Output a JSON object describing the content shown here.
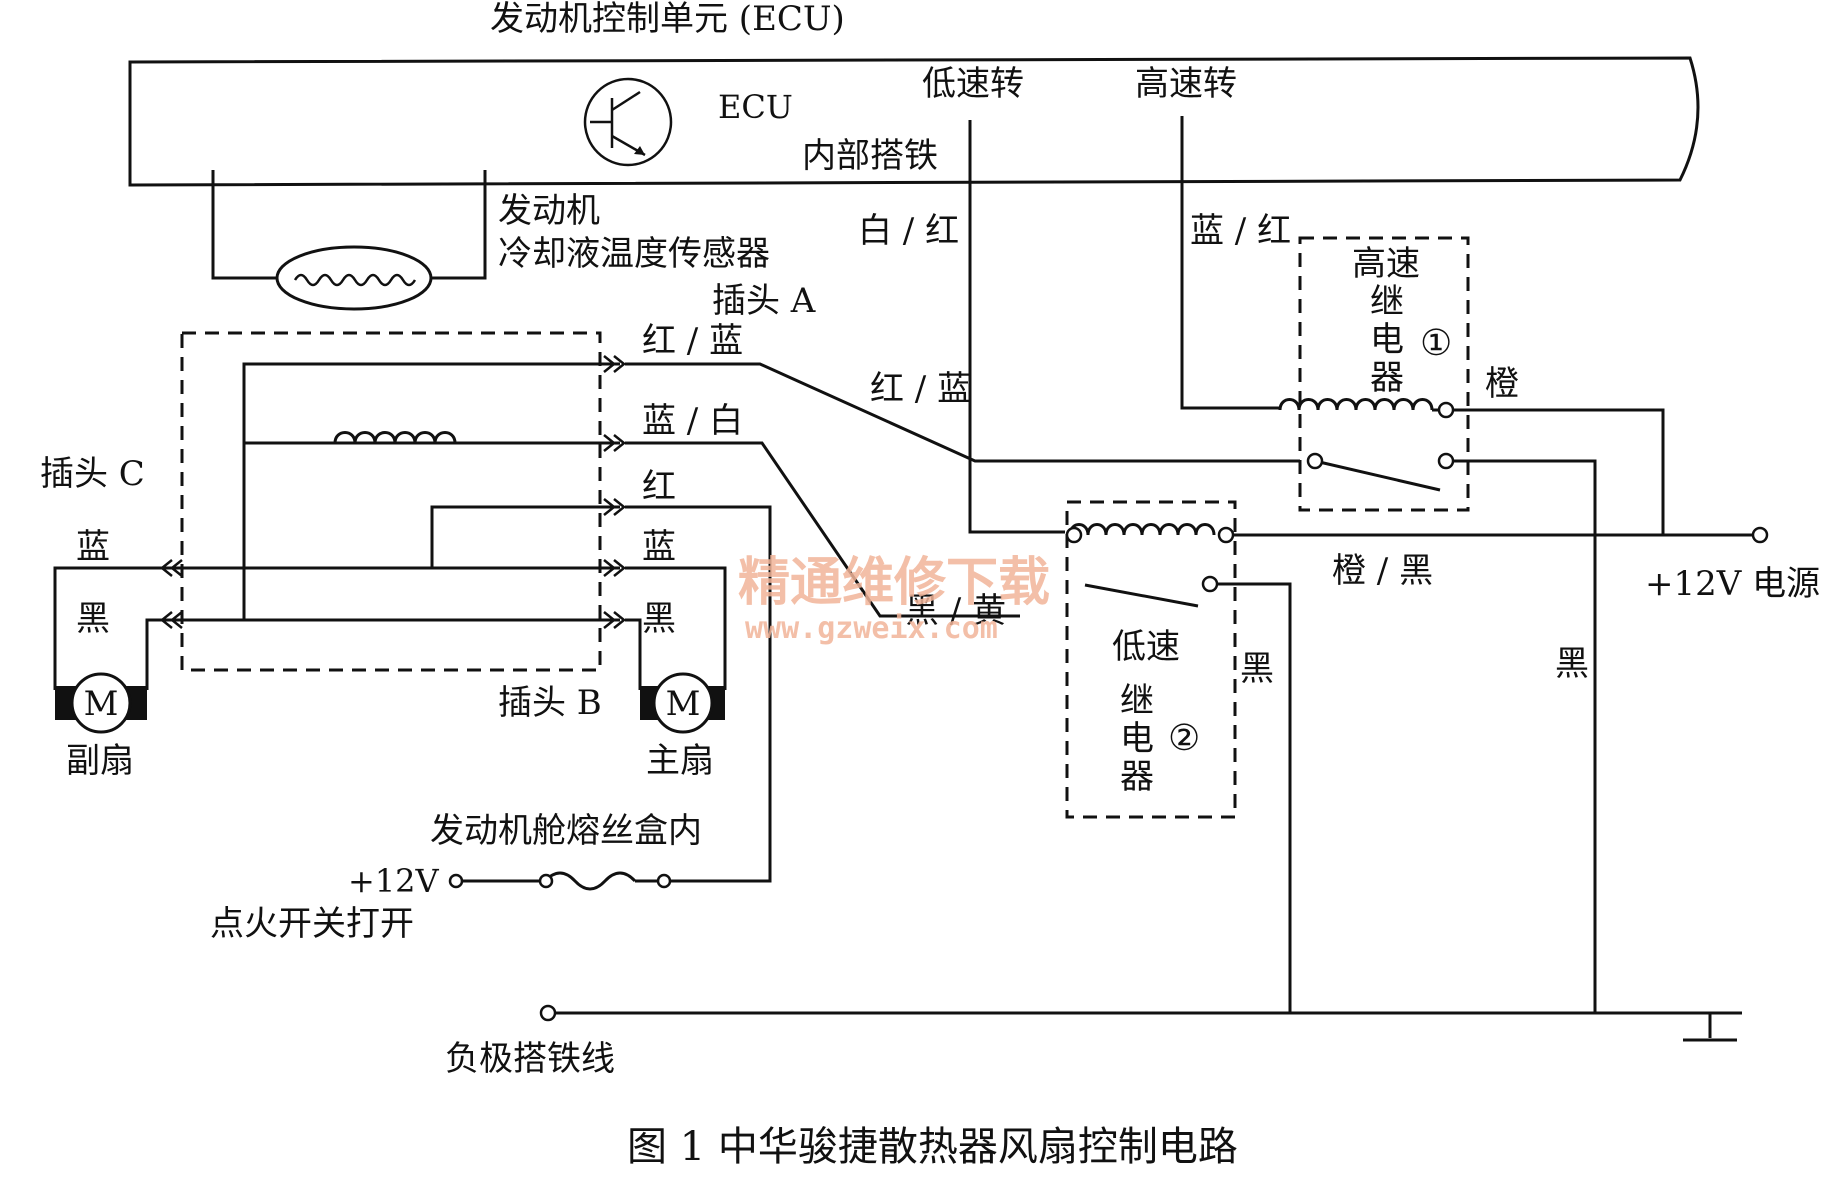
{
  "title": "发动机控制单元 (ECU)",
  "ecu": {
    "label": "ECU",
    "internal_ground": "内部搭铁",
    "low_speed": "低速转",
    "high_speed": "高速转"
  },
  "sensor": {
    "line1": "发动机",
    "line2": "冷却液温度传感器"
  },
  "connectors": {
    "a": "插头 A",
    "b": "插头 B",
    "c": "插头 C"
  },
  "wires": {
    "white_red": "白 / 红",
    "blue_red": "蓝 / 红",
    "red_blue_a": "红 / 蓝",
    "red_blue": "红 / 蓝",
    "blue_white": "蓝 / 白",
    "red": "红",
    "blue_b": "蓝",
    "black_b": "黑",
    "blue_c": "蓝",
    "black_c": "黑",
    "black_yellow": "黑 / 黄",
    "orange": "橙",
    "orange_black": "橙 / 黑",
    "black_1": "黑",
    "black_2": "黑"
  },
  "relays": {
    "high": {
      "chars": [
        "高速",
        "继",
        "电",
        "器"
      ],
      "num": "①"
    },
    "low": {
      "chars": [
        "低速",
        "继",
        "电",
        "器"
      ],
      "num": "②"
    }
  },
  "motors": {
    "symbol": "M",
    "aux": "副扇",
    "main": "主扇"
  },
  "power": {
    "supply": "+12V 电源",
    "fuse_box": "发动机舱熔丝盒内",
    "ign_v": "+12V",
    "ign_note": "点火开关打开"
  },
  "ground": "负极搭铁线",
  "watermark": {
    "cn": "精通维修下载",
    "url": "www.gzweix.com"
  },
  "caption": "图 1  中华骏捷散热器风扇控制电路"
}
